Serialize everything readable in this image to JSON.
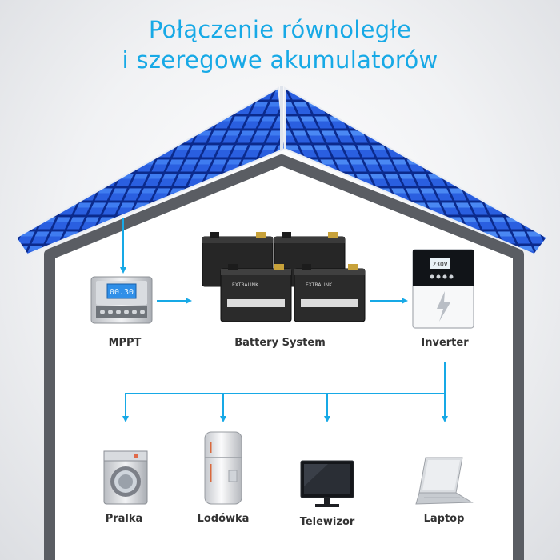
{
  "title": {
    "line1": "Połączenie równoległe",
    "line2": "i szeregowe akumulatorów"
  },
  "colors": {
    "accent": "#17a9e6",
    "house_outline": "#5a5d63",
    "panel_blue": "#1f4fd1",
    "label": "#333333"
  },
  "components": {
    "mppt": {
      "label": "MPPT",
      "display": "00.30"
    },
    "battery_system": {
      "label": "Battery System",
      "brand": "EXTRALINK"
    },
    "inverter": {
      "label": "Inverter",
      "display": "230V"
    }
  },
  "appliances": {
    "pralka": "Pralka",
    "lodowka": "Lodówka",
    "telewizor": "Telewizor",
    "laptop": "Laptop"
  }
}
